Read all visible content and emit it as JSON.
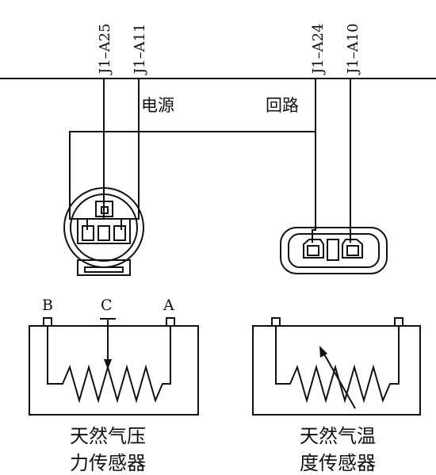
{
  "pins": {
    "a25": "J1–A25",
    "a11": "J1–A11",
    "a24": "J1–A24",
    "a10": "J1–A10"
  },
  "labels": {
    "power": "电源",
    "ground": "回路"
  },
  "terminals": {
    "b": "B",
    "c": "C",
    "a": "A"
  },
  "sensors": {
    "pressure": {
      "line1": "天然气压",
      "line2": "力传感器"
    },
    "temperature": {
      "line1": "天然气温",
      "line2": "度传感器"
    }
  }
}
